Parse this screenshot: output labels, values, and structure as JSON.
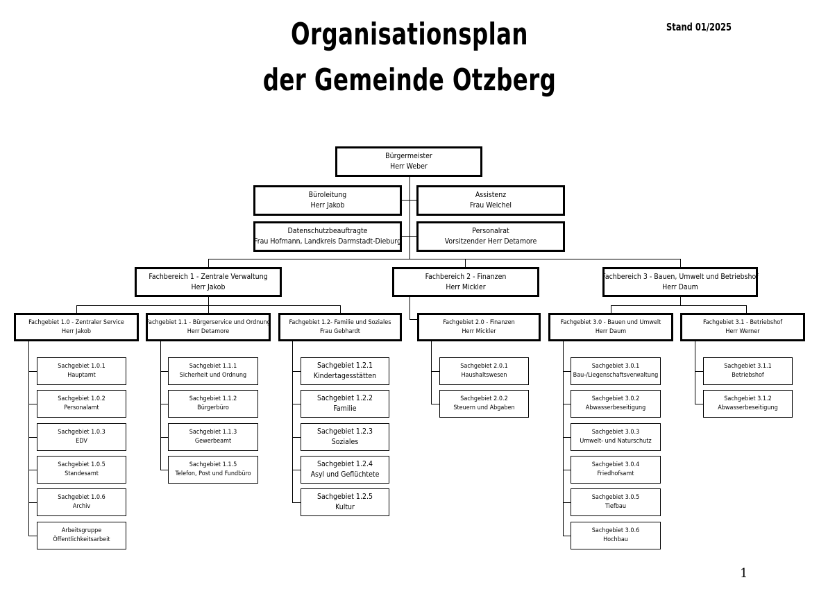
{
  "title": [
    "Organisationsplan",
    "der Gemeinde Otzberg"
  ],
  "stand": "Stand 01/2025",
  "page_number": "1",
  "top": {
    "buergermeister": [
      "Bürgermeister",
      "Herr Weber"
    ],
    "bueroleitung": [
      "Büroleitung",
      "Herr Jakob"
    ],
    "assistenz": [
      "Assistenz",
      "Frau Weichel"
    ],
    "datenschutz": [
      "Datenschutzbeauftragte",
      "Frau Hofmann, Landkreis Darmstadt-Dieburg"
    ],
    "personalrat": [
      "Personalrat",
      "Vorsitzender Herr Detamore"
    ]
  },
  "fachbereiche": [
    [
      "Fachbereich 1 - Zentrale Verwaltung",
      "Herr Jakob"
    ],
    [
      "Fachbereich 2 - Finanzen",
      "Herr Mickler"
    ],
    [
      "Fachbereich 3 - Bauen, Umwelt und Betriebshof",
      "Herr Daum"
    ]
  ],
  "fachgebiete": [
    {
      "header": [
        "Fachgebiet 1.0 - Zentraler Service",
        "Herr Jakob"
      ],
      "sachgebiete": [
        [
          "Sachgebiet 1.0.1",
          "Hauptamt"
        ],
        [
          "Sachgebiet 1.0.2",
          "Personalamt"
        ],
        [
          "Sachgebiet 1.0.3",
          "EDV"
        ],
        [
          "Sachgebiet 1.0.5",
          "Standesamt"
        ],
        [
          "Sachgebiet 1.0.6",
          "Archiv"
        ],
        [
          "Arbeitsgruppe",
          "Öffentlichkeitsarbeit"
        ]
      ]
    },
    {
      "header": [
        "Fachgebiet 1.1 - Bürgerservice und Ordnung",
        "Herr Detamore"
      ],
      "sachgebiete": [
        [
          "Sachgebiet 1.1.1",
          "Sicherheit und Ordnung"
        ],
        [
          "Sachgebiet 1.1.2",
          "Bürgerbüro"
        ],
        [
          "Sachgebiet 1.1.3",
          "Gewerbeamt"
        ],
        [
          "Sachgebiet 1.1.5",
          "Telefon, Post und Fundbüro"
        ]
      ]
    },
    {
      "header": [
        "Fachgebiet 1.2- Familie und Soziales",
        "Frau Gebhardt"
      ],
      "sachgebiete": [
        [
          "Sachgebiet 1.2.1",
          "Kindertagesstätten"
        ],
        [
          "Sachgebiet 1.2.2",
          "Familie"
        ],
        [
          "Sachgebiet 1.2.3",
          "Soziales"
        ],
        [
          "Sachgebiet 1.2.4",
          "Asyl und Geflüchtete"
        ],
        [
          "Sachgebiet 1.2.5",
          "Kultur"
        ]
      ]
    },
    {
      "header": [
        "Fachgebiet 2.0 - Finanzen",
        "Herr Mickler"
      ],
      "sachgebiete": [
        [
          "Sachgebiet 2.0.1",
          "Haushaltswesen"
        ],
        [
          "Sachgebiet 2.0.2",
          "Steuern und Abgaben"
        ]
      ]
    },
    {
      "header": [
        "Fachgebiet 3.0 - Bauen und Umwelt",
        "Herr Daum"
      ],
      "sachgebiete": [
        [
          "Sachgebiet 3.0.1",
          "Bau-/Liegenschaftsverwaltung"
        ],
        [
          "Sachgebiet 3.0.2",
          "Abwasserbeseitigung"
        ],
        [
          "Sachgebiet 3.0.3",
          "Umwelt- und Naturschutz"
        ],
        [
          "Sachgebiet 3.0.4",
          "Friedhofsamt"
        ],
        [
          "Sachgebiet 3.0.5",
          "Tiefbau"
        ],
        [
          "Sachgebiet 3.0.6",
          "Hochbau"
        ]
      ]
    },
    {
      "header": [
        "Fachgebiet 3.1 - Betriebshof",
        "Herr Werner"
      ],
      "sachgebiete": [
        [
          "Sachgebiet 3.1.1",
          "Betriebshof"
        ],
        [
          "Sachgebiet 3.1.2",
          "Abwasserbeseitigung"
        ]
      ]
    }
  ]
}
